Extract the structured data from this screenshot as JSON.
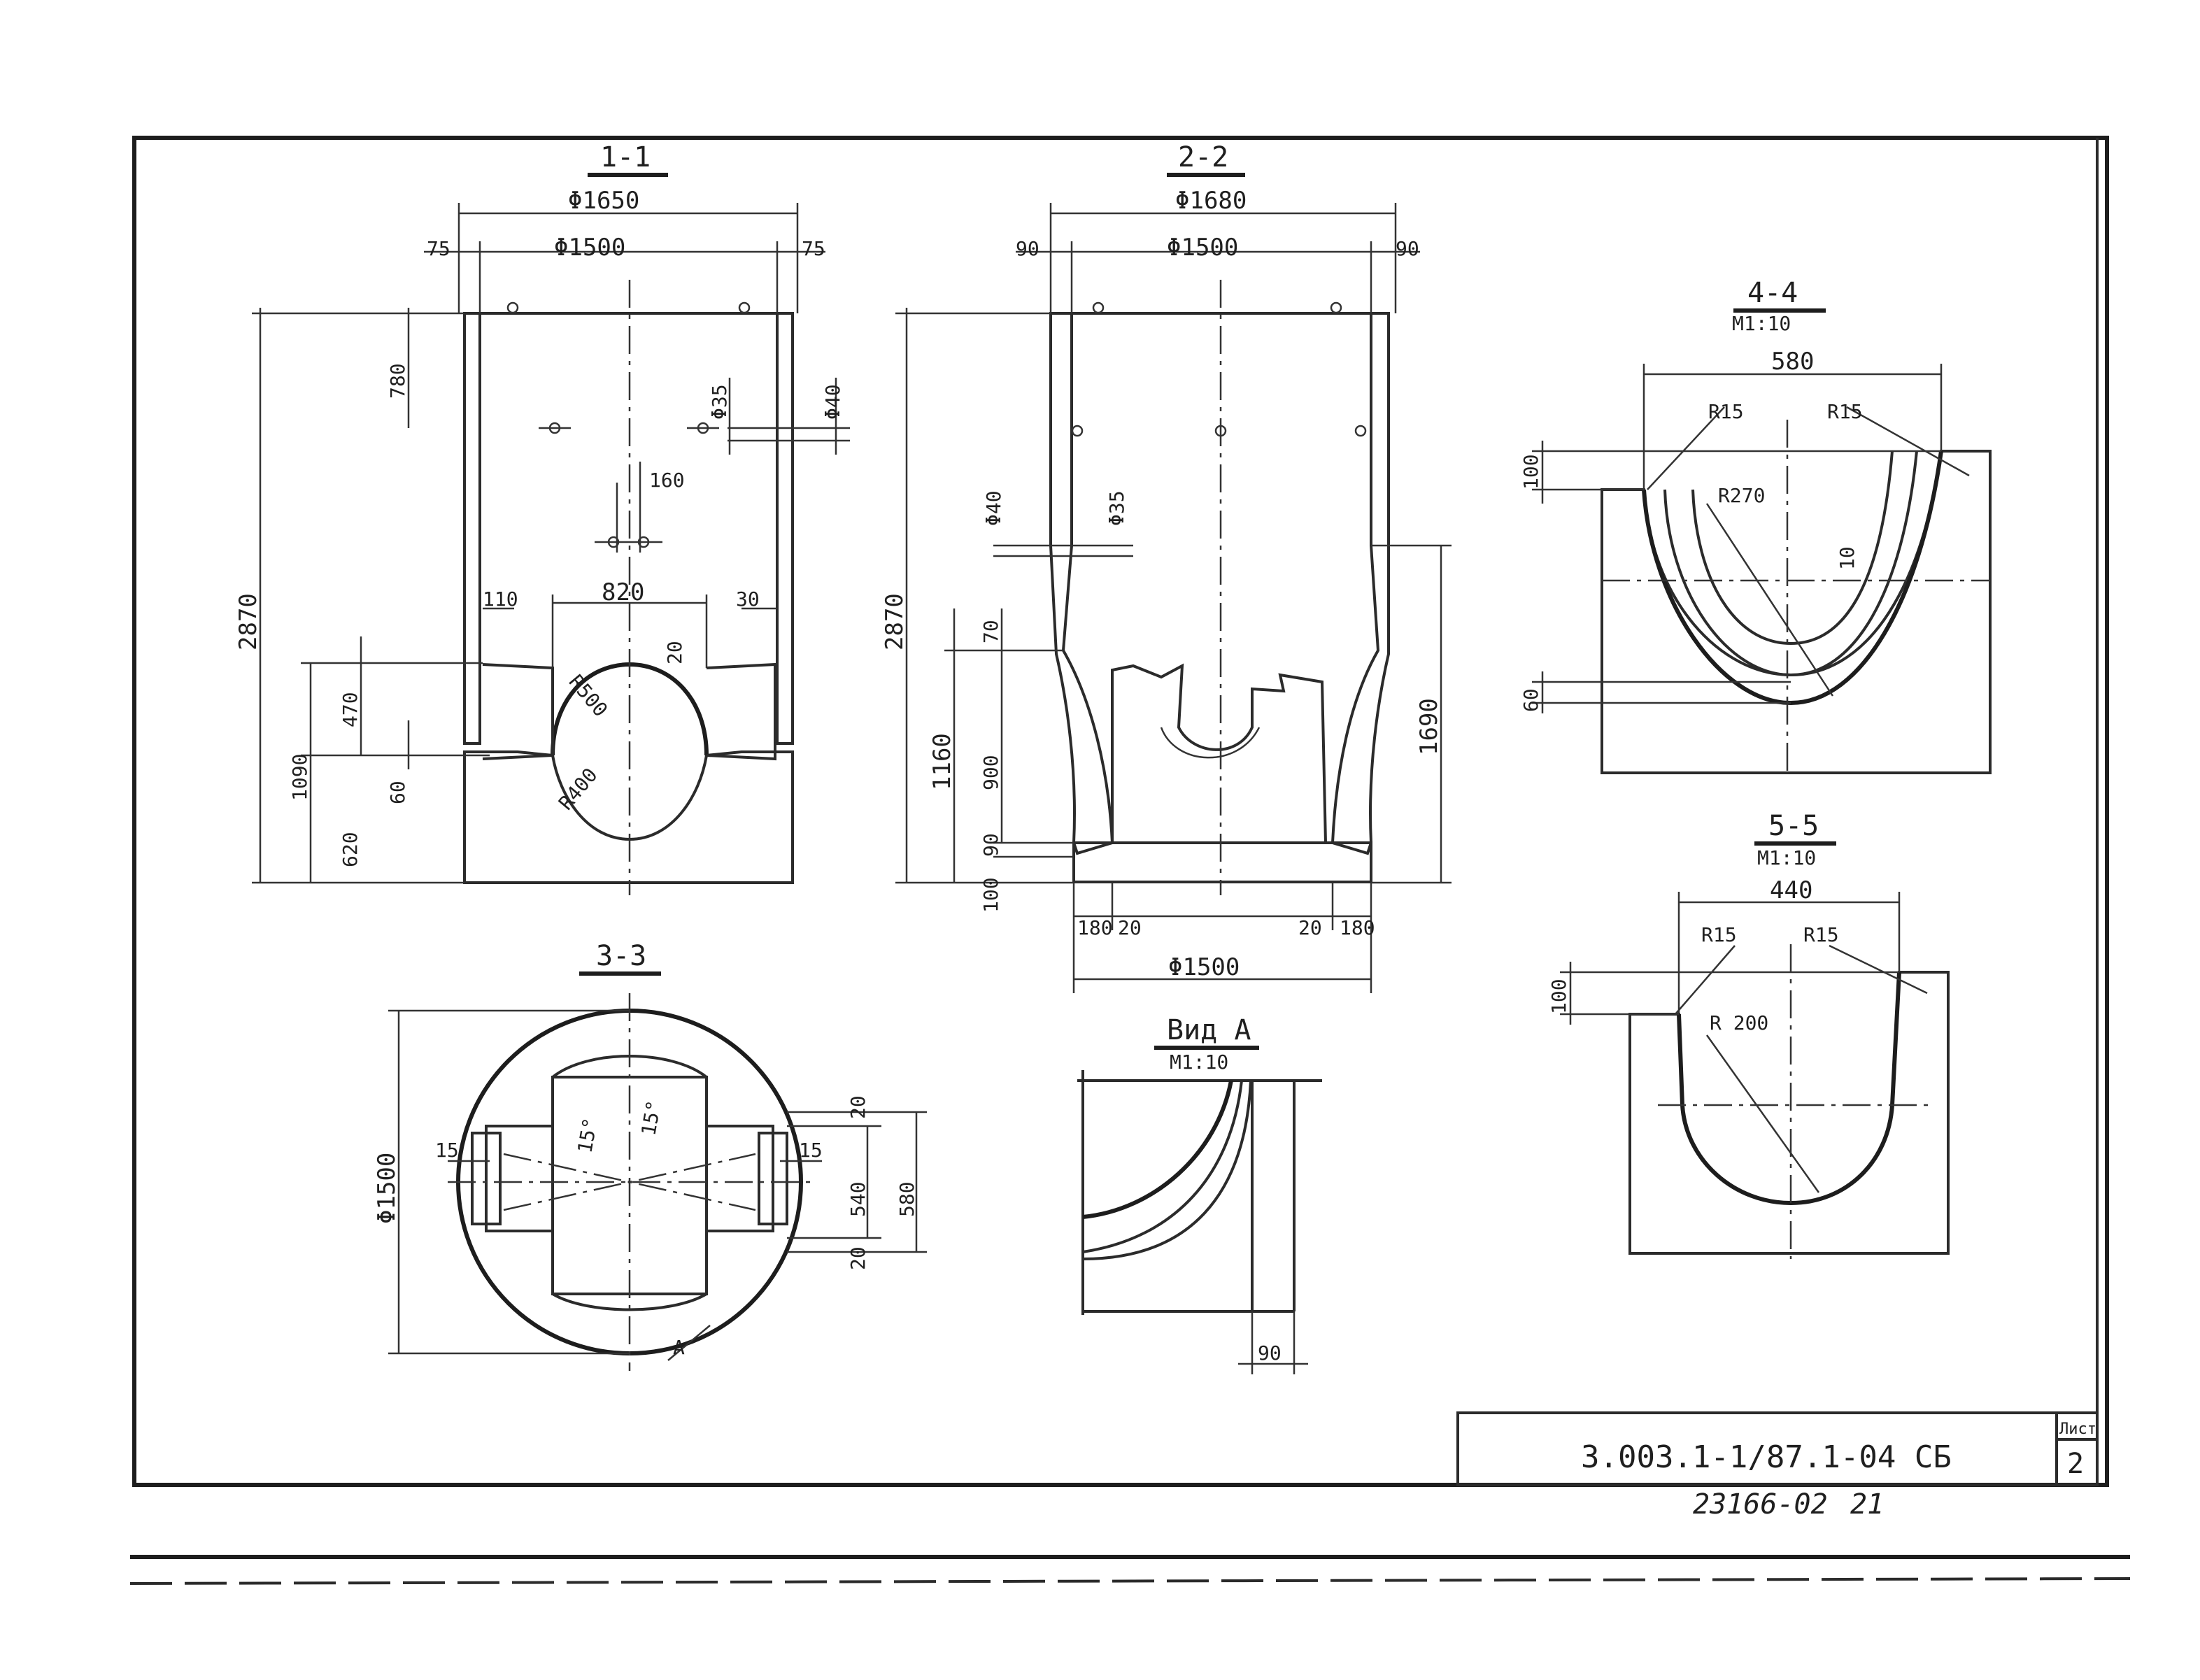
{
  "sections": {
    "s11": {
      "title": "1-1",
      "dims": [
        "Φ1650",
        "75",
        "Φ1500",
        "75",
        "780",
        "Φ35",
        "Φ40",
        "160",
        "2870",
        "110",
        "820",
        "30",
        "20",
        "470",
        "R500",
        "1090",
        "60",
        "R400",
        "620"
      ]
    },
    "s22": {
      "title": "2-2",
      "dims": [
        "Φ1680",
        "90",
        "Φ1500",
        "90",
        "Φ40",
        "Φ35",
        "2870",
        "70",
        "1690",
        "1160",
        "900",
        "90",
        "100",
        "180",
        "20",
        "20",
        "180",
        "Φ1500"
      ]
    },
    "s33": {
      "title": "3-3",
      "dims": [
        "Φ1500",
        "15",
        "15°",
        "15°",
        "15",
        "20",
        "540",
        "580",
        "20",
        "A"
      ]
    },
    "s44": {
      "title": "4-4",
      "scale": "M1:10",
      "dims": [
        "580",
        "R15",
        "R15",
        "100",
        "R270",
        "10",
        "60"
      ]
    },
    "s55": {
      "title": "5-5",
      "scale": "M1:10",
      "dims": [
        "440",
        "R15",
        "R15",
        "100",
        "R 200"
      ]
    },
    "vidA": {
      "title": "Вид А",
      "scale": "M1:10",
      "dims": [
        "90"
      ]
    }
  },
  "titleblock": {
    "code": "3.003.1-1/87.1-04  СБ",
    "sheet_label": "Лист",
    "sheet_no": "2"
  },
  "footer": {
    "inventory": "23166-02",
    "page": "21"
  }
}
